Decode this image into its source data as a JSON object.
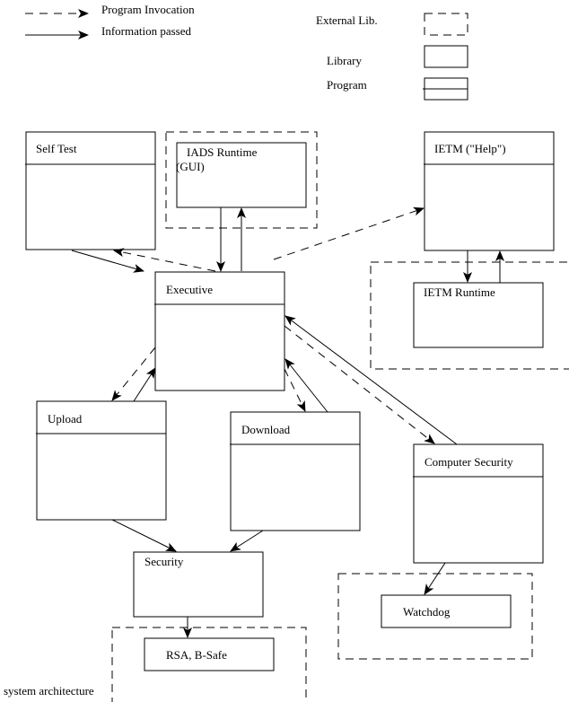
{
  "legend": {
    "program_invocation": "Program Invocation",
    "information_passed": "Information passed",
    "external_lib": "External Lib.",
    "library": "Library",
    "program": "Program"
  },
  "nodes": {
    "self_test": {
      "label": "Self Test",
      "kind": "program"
    },
    "iads_runtime": {
      "label_line1": "IADS Runtime",
      "label_line2": "(GUI)",
      "kind": "library",
      "external": true
    },
    "ietm_help": {
      "label": "IETM (\"Help\")",
      "kind": "program"
    },
    "ietm_runtime": {
      "label": "IETM Runtime",
      "kind": "library",
      "external": true
    },
    "executive": {
      "label": "Executive",
      "kind": "program"
    },
    "upload": {
      "label": "Upload",
      "kind": "program"
    },
    "download": {
      "label": "Download",
      "kind": "program"
    },
    "computer_security": {
      "label": "Computer Security",
      "kind": "program"
    },
    "security": {
      "label": "Security",
      "kind": "library"
    },
    "rsa_bsafe": {
      "label": "RSA, B-Safe",
      "kind": "library",
      "external": true
    },
    "watchdog": {
      "label": "Watchdog",
      "kind": "library",
      "external": true
    }
  },
  "edges": [
    {
      "from": "self_test",
      "to": "executive",
      "type": "information"
    },
    {
      "from": "executive",
      "to": "self_test",
      "type": "invocation"
    },
    {
      "from": "iads_runtime",
      "to": "executive",
      "type": "information"
    },
    {
      "from": "executive",
      "to": "iads_runtime",
      "type": "information"
    },
    {
      "from": "executive",
      "to": "ietm_help",
      "type": "invocation"
    },
    {
      "from": "ietm_help",
      "to": "ietm_runtime",
      "type": "information"
    },
    {
      "from": "ietm_runtime",
      "to": "ietm_help",
      "type": "information"
    },
    {
      "from": "executive",
      "to": "upload",
      "type": "invocation"
    },
    {
      "from": "upload",
      "to": "executive",
      "type": "information"
    },
    {
      "from": "executive",
      "to": "download",
      "type": "invocation"
    },
    {
      "from": "download",
      "to": "executive",
      "type": "information"
    },
    {
      "from": "executive",
      "to": "computer_security",
      "type": "invocation"
    },
    {
      "from": "computer_security",
      "to": "executive",
      "type": "information"
    },
    {
      "from": "upload",
      "to": "security",
      "type": "information"
    },
    {
      "from": "download",
      "to": "security",
      "type": "information"
    },
    {
      "from": "security",
      "to": "rsa_bsafe",
      "type": "information"
    },
    {
      "from": "computer_security",
      "to": "watchdog",
      "type": "information"
    }
  ],
  "caption": "system architecture"
}
